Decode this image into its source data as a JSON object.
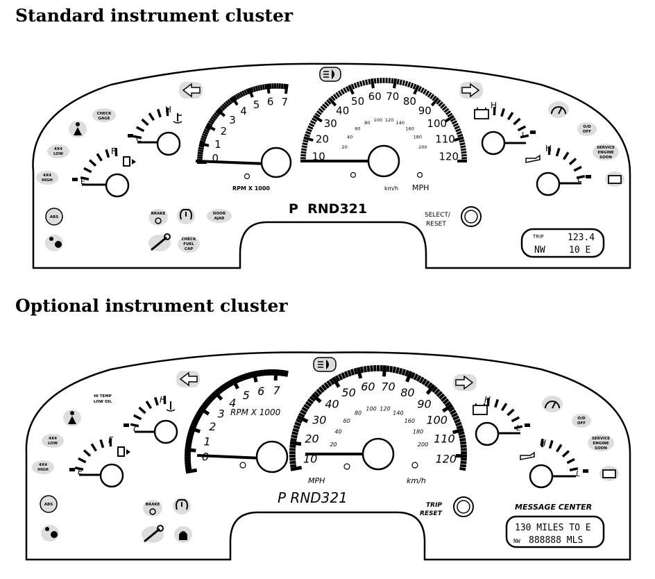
{
  "titles": {
    "standard": "Standard instrument cluster",
    "optional": "Optional instrument cluster"
  },
  "standard": {
    "tach": {
      "ticks": [
        "0",
        "1",
        "2",
        "3",
        "4",
        "5",
        "6",
        "7"
      ],
      "label": "RPM X 1000"
    },
    "speedo": {
      "mph": [
        "10",
        "20",
        "30",
        "40",
        "50",
        "60",
        "70",
        "80",
        "90",
        "100",
        "110",
        "120"
      ],
      "kmh": [
        "20",
        "40",
        "60",
        "80",
        "100",
        "120",
        "140",
        "160",
        "180",
        "200"
      ],
      "unit_kmh": "km/h",
      "unit_mph": "MPH"
    },
    "gear": "P  RND321",
    "select_reset": [
      "SELECT/",
      "RESET"
    ],
    "display": {
      "trip": "TRIP",
      "value": "123.4",
      "dir": "NW",
      "temp": "10 E"
    },
    "temp_gauge": {
      "h": "H",
      "c": "C"
    },
    "fuel_gauge": {
      "f": "F",
      "e": "E"
    },
    "oil_gauge": {
      "h": "H",
      "l": "L"
    },
    "volt_gauge": {
      "h": "H",
      "l": "L"
    },
    "warning_lights": {
      "check_gage": [
        "CHECK",
        "GAGE"
      ],
      "fourx4_low": [
        "4X4",
        "LOW"
      ],
      "fourx4_high": [
        "4X4",
        "HIGH"
      ],
      "abs": "ABS",
      "brake": "BRAKE",
      "door_ajar": [
        "DOOR",
        "AJAR"
      ],
      "check_fuel_cap": [
        "CHECK",
        "FUEL",
        "CAP"
      ],
      "od_off": [
        "O/D",
        "OFF"
      ],
      "service_engine_soon": [
        "SERVICE",
        "ENGINE",
        "SOON"
      ]
    }
  },
  "optional": {
    "tach": {
      "ticks": [
        "0",
        "1",
        "2",
        "3",
        "4",
        "5",
        "6",
        "7"
      ],
      "label": "RPM X 1000"
    },
    "speedo": {
      "mph": [
        "10",
        "20",
        "30",
        "40",
        "50",
        "60",
        "70",
        "80",
        "90",
        "100",
        "110",
        "120"
      ],
      "kmh": [
        "20",
        "40",
        "60",
        "80",
        "100",
        "120",
        "140",
        "160",
        "180",
        "200"
      ],
      "unit_kmh": "km/h",
      "unit_mph": "MPH"
    },
    "gear": "P RND321",
    "trip_reset": [
      "TRIP",
      "RESET"
    ],
    "message_center": "MESSAGE CENTER",
    "display": {
      "line1": "130 MILES TO E",
      "dir": "NW",
      "line2": "888888 MLS"
    },
    "temp_gauge": {
      "h": "H",
      "c": "C"
    },
    "fuel_gauge": {
      "f": "F",
      "e": "E"
    },
    "oil_gauge": {
      "h": "H",
      "l": "L"
    },
    "volt_gauge": {
      "h": "H",
      "l": "L"
    },
    "warning_lights": {
      "hi_temp_low_oil": [
        "HI TEMP",
        "LOW OIL"
      ],
      "fourx4_low": [
        "4X4",
        "LOW"
      ],
      "fourx4_high": [
        "4X4",
        "HIGH"
      ],
      "abs": "ABS",
      "brake": "BRAKE",
      "od_off": [
        "O/D",
        "OFF"
      ],
      "service_engine_soon": [
        "SERVICE",
        "ENGINE",
        "SOON"
      ]
    }
  }
}
